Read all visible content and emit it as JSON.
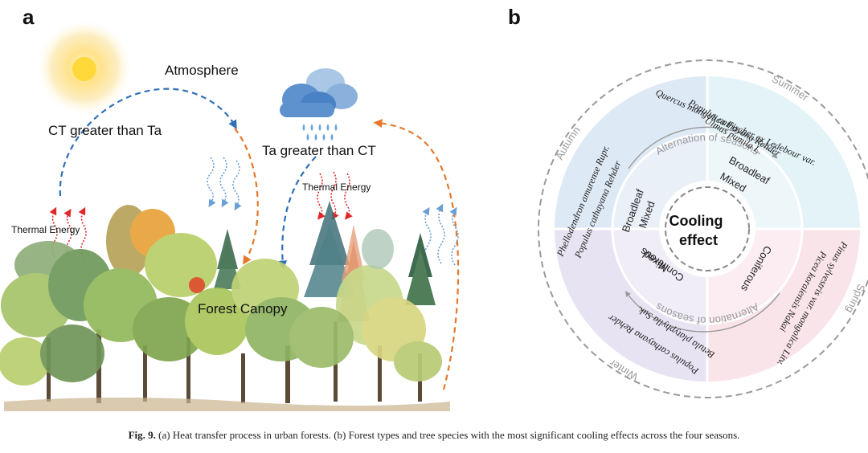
{
  "panel_a": {
    "panel_label": "a",
    "atmosphere_label": "Atmosphere",
    "ct_greater_label": "CT greater than Ta",
    "ta_greater_label": "Ta greater than CT",
    "thermal_energy_left": "Thermal Energy",
    "thermal_energy_right": "Thermal Energy",
    "forest_canopy_label": "Forest Canopy",
    "icons": [
      "sun-icon",
      "rain-cloud-icon",
      "tree-icon"
    ],
    "colors": {
      "heat_arrow": "#e0282a",
      "cool_arrow": "#4d8fd1",
      "atmosphere_arc": "#2f6fb6",
      "orange_arc": "#e5782b"
    }
  },
  "panel_b": {
    "panel_label": "b",
    "center_label_line1": "Cooling",
    "center_label_line2": "effect",
    "alternation_upper": "Alternation of seasons",
    "alternation_lower": "Alternation of seasons",
    "seasons": {
      "summer": {
        "name": "Summer",
        "forest_types": [
          "Broadleaf",
          "Mixed"
        ],
        "species": [
          "Quercus mongolica Fischer ex Ledebour var.",
          "Populus cathayana Rehder",
          "Ulmus pumila L."
        ],
        "color": "#e3f3f8"
      },
      "autumn": {
        "name": "Autumn",
        "forest_types": [
          "Broadleaf",
          "Mixed"
        ],
        "species": [
          "Phellodendron amurense Rupr.",
          "Populus cathayana Rehder"
        ],
        "color": "#dde9f5"
      },
      "winter": {
        "name": "Winter",
        "forest_types": [
          "Mixed",
          "Coniferous"
        ],
        "species": [
          "Betula platyphylla Suk.",
          "Populus cathayana Rehder"
        ],
        "color": "#e8e3f3"
      },
      "spring": {
        "name": "Spring",
        "forest_types": [
          "Coniferous"
        ],
        "species": [
          "Pinus sylvestris var. mongolica Litv.",
          "Picea koraiensis Nakai"
        ],
        "color": "#f9e4ea"
      }
    }
  },
  "caption": {
    "prefix": "Fig. 9.",
    "text": " (a) Heat transfer process in urban forests. (b) Forest types and tree species with the most significant cooling effects across the four seasons."
  }
}
